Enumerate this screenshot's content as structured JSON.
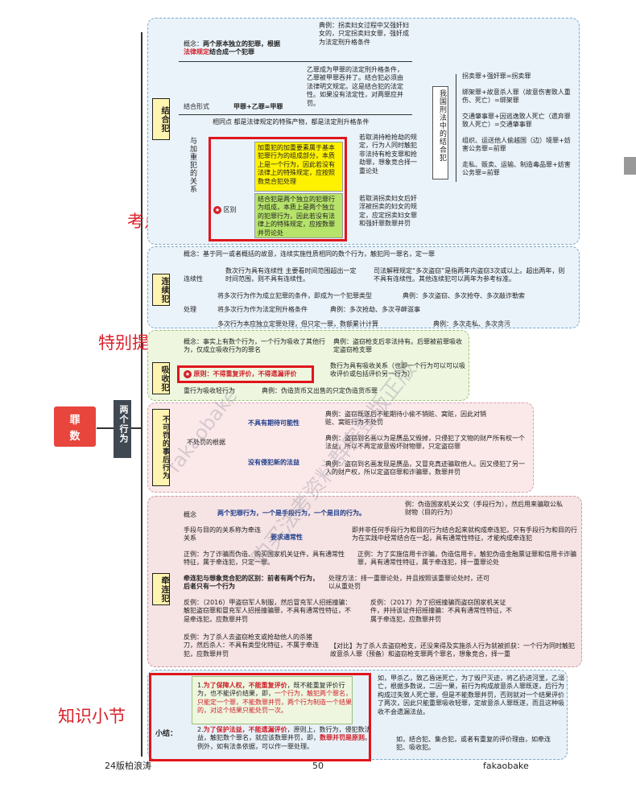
{
  "root": {
    "title": "罪数",
    "branch": "两个行为"
  },
  "annotations": {
    "compare": "考点对比",
    "remind": "特别提醒",
    "summary": "知识小节"
  },
  "section1": {
    "category": "结合犯",
    "concept_label": "概念：",
    "concept_text": "两个原本独立的犯罪，根据",
    "concept_red": "法律规定",
    "concept_end": "结合成一个犯罪",
    "example": "典例：拐卖妇女过程中又强奸妇女的，只定拐卖妇女罪，强奸成为法定刑升格条件",
    "form_label": "结合形式",
    "form_formula": "甲罪+乙罪=甲罪",
    "form_text": "乙罪成为甲罪的法定刑升格条件，乙罪被甲罪吞并了。结合犯必须由法律明文规定。这是结合犯的法定性。如果没有法定性，对两罪应并罚。",
    "relation_label": "与加重犯的关系",
    "same": "相同点 都是法律规定的特殊产物，都是法定刑升格条件",
    "yellow_text": "加重犯的加重要素属于基本犯罪行为的组成部分，本质上是一个行为，因此若没有法律上的特殊规定，应按照数竞合犯处理",
    "yellow_side": "若取消持枪抢劫的规定，行为人同时触犯非法持有枪支罪和抢劫罪，想象竞合择一重论处",
    "green_text": "结合犯是两个独立的犯罪行为组成，本质上是两个独立的犯罪行为，因此若没有法律上的特殊规定，应按数罪并罚论处",
    "green_side": "若取消拐卖妇女后奸淫被拐卖的妇女的规定，应定拐卖妇女罪和强奸罪数罪并罚",
    "diff_label": "区别",
    "law_label": "我国刑法中的结合犯",
    "law_items": [
      "拐卖罪+强奸罪=拐卖罪",
      "绑架罪+故意杀人罪（故意伤害致人重伤、死亡）=绑架罪",
      "交通肇事罪+因逃逸致人死亡（遗弃罪致人死亡）=交通肇事罪",
      "组织、运送他人偷越国（边）境罪+妨害公务罪=前罪",
      "走私、贩卖、运输、制造毒品罪+妨害公务罪=前罪"
    ]
  },
  "section2": {
    "category": "连续犯",
    "concept": "概念：基于同一或者概括的故意，连续实施性质相同的数个行为，触犯同一罪名，定一罪",
    "feature_label": "连续性",
    "feature_text": "数次行为具有连续性 主要看时间范围超出一定时间范围，则不具有连续性。",
    "feature_side": "司法解释规定“多次盗窃”是指两年内盗窃3次或以上。超出两年，则不具有连续性。其他连续犯可以两年为参考标准。",
    "handle_label": "处理",
    "handle_rows": [
      [
        "将多次行为作为成立犯罪的条件，即成为一个犯罪类型",
        "典例：多次盗窃、多次抢夺、多次敲诈勒索"
      ],
      [
        "将多次行为作为法定刑升格条件",
        "典例：多次抢劫、多次寻衅滋事"
      ],
      [
        "多次行为本应独立定罪处理，但只定一罪，数额累计计算",
        "典例：多次走私、多次贪污"
      ]
    ]
  },
  "section3": {
    "category": "吸收犯",
    "concept": "概念：事实上有数个行为，一个行为吸收了其他行为，仅成立吸收行为的罪名",
    "concept_side": "典例：盗窃枪支后非法持有。后罪被前罪吸收定盗窃枪支罪",
    "principle": "原则：不得重复评价，不得遗漏评价",
    "principle_side": "数行为具有吸收关系（也即一个行为可以可以吸收评价或包括评价另一行为）",
    "bottom": "重行为吸收轻行为",
    "bottom_side": "典例：伪造货币又出售的只定伪造货币罪"
  },
  "section4": {
    "category": "不可罚的事后行为",
    "basis": "不处罚的根据",
    "item1": "不具有期待可能性",
    "item1_side": "典例：盗窃既遂后不能期待小偷不销赃、窝赃，因此对销赃、窝赃行为不处罚",
    "ex2": "典例：盗窃到名画以为是赝品又毁掉，只侵犯了文物的财产所有权一个法益，所以不再定故意毁坏财物罪，只定盗窃罪",
    "item2": "没有侵犯新的法益",
    "ex3": "典例：盗窃到名画发现是赝品，又冒充真迹骗取他人。因又侵犯了另一人的财产权，所以定盗窃罪和诈骗罪，数罪并罚"
  },
  "section5": {
    "category": "牵连犯",
    "concept_label": "概念",
    "concept_text": "两个犯罪行为，一个是手段行为，一个是目的行为。",
    "concept_side": "例：伪造国家机关公文（手段行为），然后用来骗取公私财物（目的行为）",
    "rel_text": "手段与目的的关系称为牵连关系",
    "rel_req": "要求通常性",
    "rel_side": "即并非任何手段行为和目的行为结合起来就构成牵连犯，只有手段行为和目的行为在实践中经常结合在一起，具有通常性特征，才能构成牵连犯",
    "pos1": "正例：为了诈骗而伪造、购买国家机关证件，具有通常性特征，属于牵连犯，只定一罪。",
    "pos2": "正例：为了实施信用卡诈骗，伪造信用卡，触犯伪造金融票证罪和信用卡诈骗罪，具有通常性特征，属于牵连犯，择一重罪论处",
    "diff": "牵连犯与想象竞合犯的区别：前者有两个行为，后者只有一个行为",
    "diff_side": "处理方法：择一重罪论处，并且按照该重罪论处时，还可以从重处罚",
    "neg1": "反例：（2016）甲盗窃军人制服，然后冒充军人招摇撞骗：触犯盗窃罪和冒充军人招摇撞骗罪，不具有通常性特征，不是牵连犯，应数罪并罚",
    "neg2": "反例：（2017）为了招摇撞骗而盗窃国家机关证件，并持该证件招摇撞骗：不具有通常性特征，不属于牵连犯，应数罪并罚",
    "neg3": "反例：为了杀人去盗窃枪支或抢劫他人的杀猪刀，然后杀人：不具有类型化特征，不属于牵连犯，应数罪并罚",
    "neg3_side": "【对比】为了杀人去盗窃枪支，还没来得及实施杀人行为就被抓获：一个行为同时触犯故意杀人罪（预备）和盗窃枪支罪两个罪名，想象竞合，择一重"
  },
  "section6": {
    "label": "小结：",
    "p1_a": "1.",
    "p1_red": "为了保障人权，不能重复评价",
    "p1_b": "，既不能重复评价行为，也不能评价结果，即，",
    "p1_red2": "一个行为，触犯两个罪名，只能定一个罪，不能数罪并罚，两个行为制造一个结果的，对这个结果只能处罚一次。",
    "p2_a": "2.",
    "p2_red": "为了保护法益，不能遗漏评价",
    "p2_b": "，原则上，数行为，侵犯数法益，触犯数个罪名，就应该数罪并罚，即，",
    "p2_red2": "数罪并罚是原则",
    "p2_c": "。例外，如有法条依据，可以作一罪处理。",
    "side1": "如，甲杀乙，致乙昏迷死亡，为了毁尸灭迹，将乙扔进河里，乙溺亡，根据多数说，二因一果，前行为构成故意杀人罪既遂，后行为构成过失致人死亡罪，但是不能数罪并罚，否则就对一个结果评价了两次，因此只能重罪吸收轻罪，定故意杀人罪既遂，而且这种吸收不会遗漏法益。",
    "side2": "如，结合犯、集合犯，或者有重复的评价理由，如牵连犯、吸收犯。"
  },
  "footer": {
    "left": "24版柏浪涛",
    "center": "50",
    "right": "fakaobake"
  },
  "watermark": {
    "text1": "fakaobake",
    "text2": "购买法考资料群完整版正版"
  }
}
